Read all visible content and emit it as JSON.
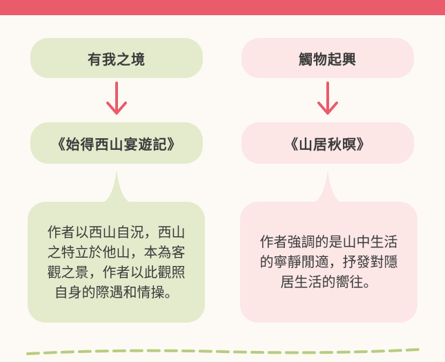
{
  "left": {
    "label": "有我之境",
    "title": "《始得西山宴遊記》",
    "lines": [
      "作者以西山自況，西山",
      "之特立於他山，本為客",
      "觀之景，作者以此觀照",
      "自身的際遇和情操。"
    ]
  },
  "right": {
    "label": "觸物起興",
    "title": "《山居秋暝》",
    "lines": [
      "作者強調的是山中生活",
      "的寧靜閒適，抒發對隱",
      "居生活的嚮往。"
    ]
  },
  "colors": {
    "accent": "#ea5b6b",
    "green": "#e3ebcc",
    "pink": "#fce6e6",
    "dash": "#b7cc7f"
  }
}
